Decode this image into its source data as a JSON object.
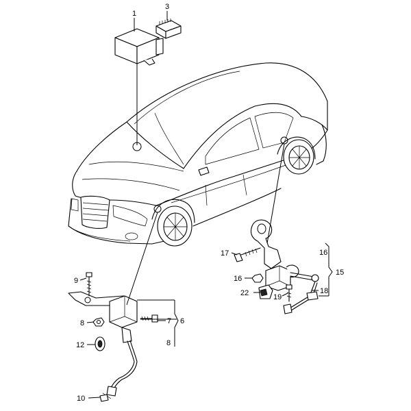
{
  "callouts": {
    "c1": "1",
    "c3": "3",
    "c6": "6",
    "c7": "7",
    "c8a": "8",
    "c8b": "8",
    "c9": "9",
    "c10": "10",
    "c12": "12",
    "c15": "15",
    "c16a": "16",
    "c16b": "16",
    "c17": "17",
    "c18": "18",
    "c19": "19",
    "c22": "22"
  }
}
